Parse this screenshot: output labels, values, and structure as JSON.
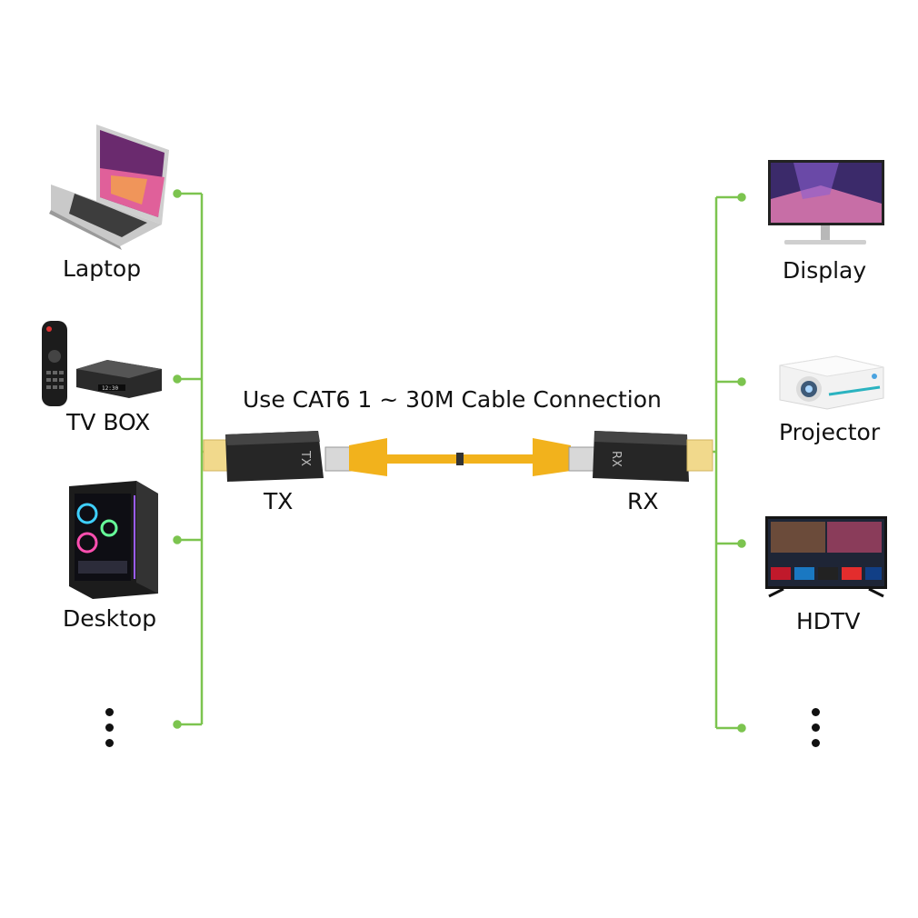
{
  "title": "Use CAT6 1 ~ 30M Cable Connection",
  "colors": {
    "bus_line": "#7cc44f",
    "cable": "#f2b21c",
    "adapter": "#2b2b2b",
    "hdmi_plug": "#f1d98c"
  },
  "left_devices": [
    {
      "label": "Laptop",
      "icon": "laptop-icon"
    },
    {
      "label": "TV BOX",
      "icon": "tv-box-icon"
    },
    {
      "label": "Desktop",
      "icon": "desktop-pc-icon"
    }
  ],
  "right_devices": [
    {
      "label": "Display",
      "icon": "monitor-icon"
    },
    {
      "label": "Projector",
      "icon": "projector-icon"
    },
    {
      "label": "HDTV",
      "icon": "hdtv-icon"
    }
  ],
  "transmitter": {
    "label": "TX",
    "marking": "TX"
  },
  "receiver": {
    "label": "RX",
    "marking": "RX"
  }
}
